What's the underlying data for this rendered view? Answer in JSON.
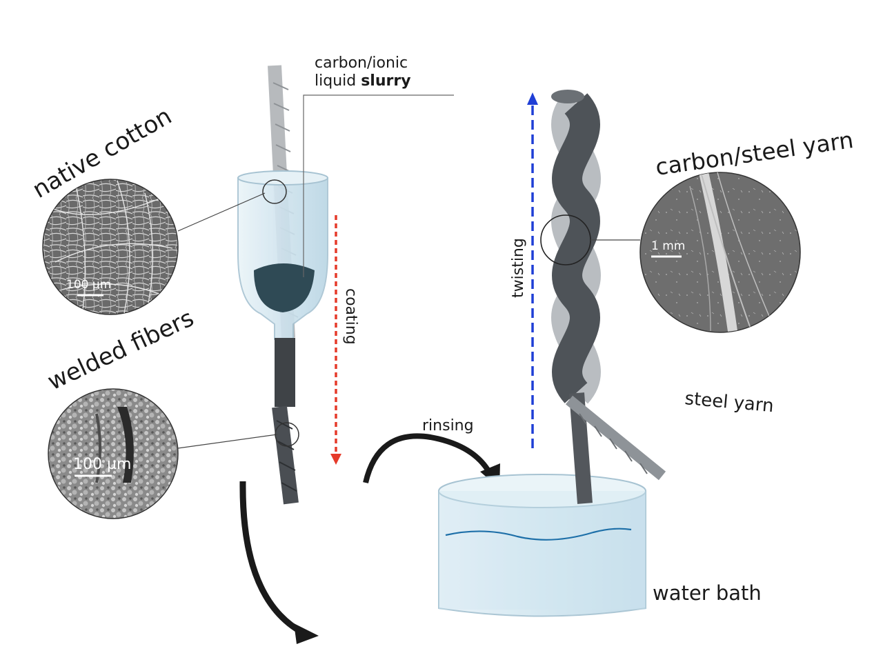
{
  "labels": {
    "slurry_line1": "carbon/ionic",
    "slurry_line2_prefix": "liquid ",
    "slurry_line2_bold": "slurry",
    "native_cotton": "native cotton",
    "welded_fibers": "welded fibers",
    "coating": "coating",
    "rinsing": "rinsing",
    "twisting": "twisting",
    "carbon_steel_yarn": "carbon/steel yarn",
    "steel_yarn": "steel yarn",
    "water_bath": "water bath"
  },
  "scale_bars": {
    "native_cotton": "100 µm",
    "welded_fibers": "100 µm",
    "carbon_steel_yarn": "1 mm"
  },
  "colors": {
    "spool": "#6d7278",
    "spool_dark": "#4a4e53",
    "cotton": "#b7babd",
    "coated": "#3f4347",
    "beaker": "#cfe3ee",
    "slurry": "#2f4a55",
    "coating_arrow": "#e53a2a",
    "twisting_arrow": "#1f3fd6",
    "curved_arrow": "#1a1a1a",
    "water_line": "#1d6fa8",
    "sem_cotton": "#8c8c8c",
    "sem_welded": "#a8a8a8",
    "sem_yarn": "#6e6e6e"
  }
}
